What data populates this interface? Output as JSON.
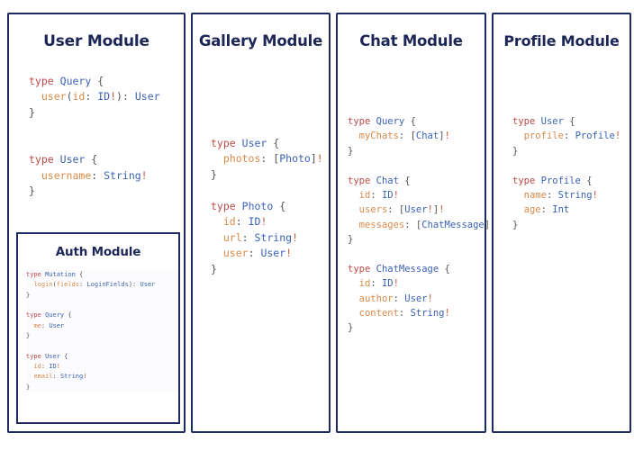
{
  "page": {
    "background": "#ffffff",
    "border_color": "#1f2a5e",
    "title_color": "#1c2657",
    "syntax_colors": {
      "keyword": "#c04a4a",
      "type": "#3b62b5",
      "field": "#d98a4a",
      "punctuation": "#555555",
      "nonnull_bang": "#c25b3f"
    }
  },
  "panels": [
    {
      "id": "user-module",
      "title": "User Module",
      "code_lines": [
        "type Query {",
        "  user(id: ID!): User",
        "}",
        "",
        "",
        "type User {",
        "  username: String!",
        "}"
      ],
      "nested_panel": {
        "id": "auth-module",
        "title": "Auth Module",
        "code_lines": [
          "type Mutation {",
          "  login(fields: LoginFields): User",
          "}",
          "",
          "type Query {",
          "  me: User",
          "}",
          "",
          "type User {",
          "  id: ID!",
          "  email: String!",
          "}"
        ]
      }
    },
    {
      "id": "gallery-module",
      "title": "Gallery Module",
      "code_lines": [
        "type User {",
        "  photos: [Photo]!",
        "}",
        "",
        "type Photo {",
        "  id: ID!",
        "  url: String!",
        "  user: User!",
        "}"
      ]
    },
    {
      "id": "chat-module",
      "title": "Chat Module",
      "code_lines": [
        "type Query {",
        "  myChats: [Chat]!",
        "}",
        "",
        "type Chat {",
        "  id: ID!",
        "  users: [User!]!",
        "  messages: [ChatMessage]!",
        "}",
        "",
        "type ChatMessage {",
        "  id: ID!",
        "  author: User!",
        "  content: String!",
        "}"
      ]
    },
    {
      "id": "profile-module",
      "title": "Profile Module",
      "code_lines": [
        "type User {",
        "  profile: Profile!",
        "}",
        "",
        "type Profile {",
        "  name: String!",
        "  age: Int",
        "}"
      ]
    }
  ]
}
